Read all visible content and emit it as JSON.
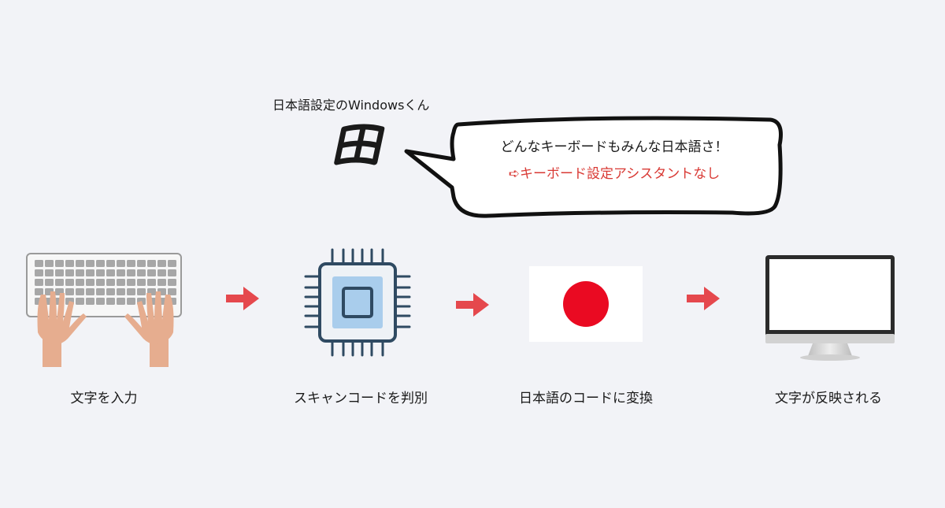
{
  "speaker": {
    "label": "日本語設定のWindowsくん"
  },
  "speech": {
    "line1": "どんなキーボードもみんな日本語さ！",
    "line2": "➪キーボード設定アシスタントなし",
    "line2_color": "#d93a35"
  },
  "steps": [
    {
      "label": "文字を入力"
    },
    {
      "label": "スキャンコードを判別"
    },
    {
      "label": "日本語のコードに変換"
    },
    {
      "label": "文字が反映される"
    }
  ],
  "colors": {
    "background": "#f2f3f7",
    "arrow": "#e5484d",
    "flag_disc": "#ea0a22",
    "chip_outline": "#2f4a62",
    "chip_core": "#a9cdec",
    "hand": "#e6ad8f"
  },
  "icons": {
    "speaker": "windows-logo-icon",
    "step1": "keyboard-hands-icon",
    "step2": "cpu-chip-icon",
    "step3": "japan-flag-icon",
    "step4": "monitor-icon",
    "connector": "arrow-right-icon"
  }
}
